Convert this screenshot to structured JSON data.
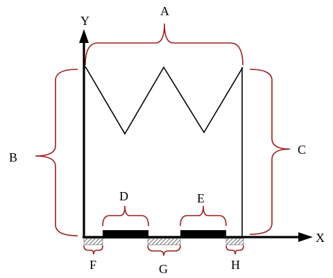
{
  "axes": {
    "x_label": "X",
    "y_label": "Y"
  },
  "labels": {
    "a": "A",
    "b": "B",
    "c": "C",
    "d": "D",
    "e": "E",
    "f": "F",
    "g": "G",
    "h": "H"
  },
  "colors": {
    "brace": "#9b1c1c",
    "lines": "#000000"
  }
}
